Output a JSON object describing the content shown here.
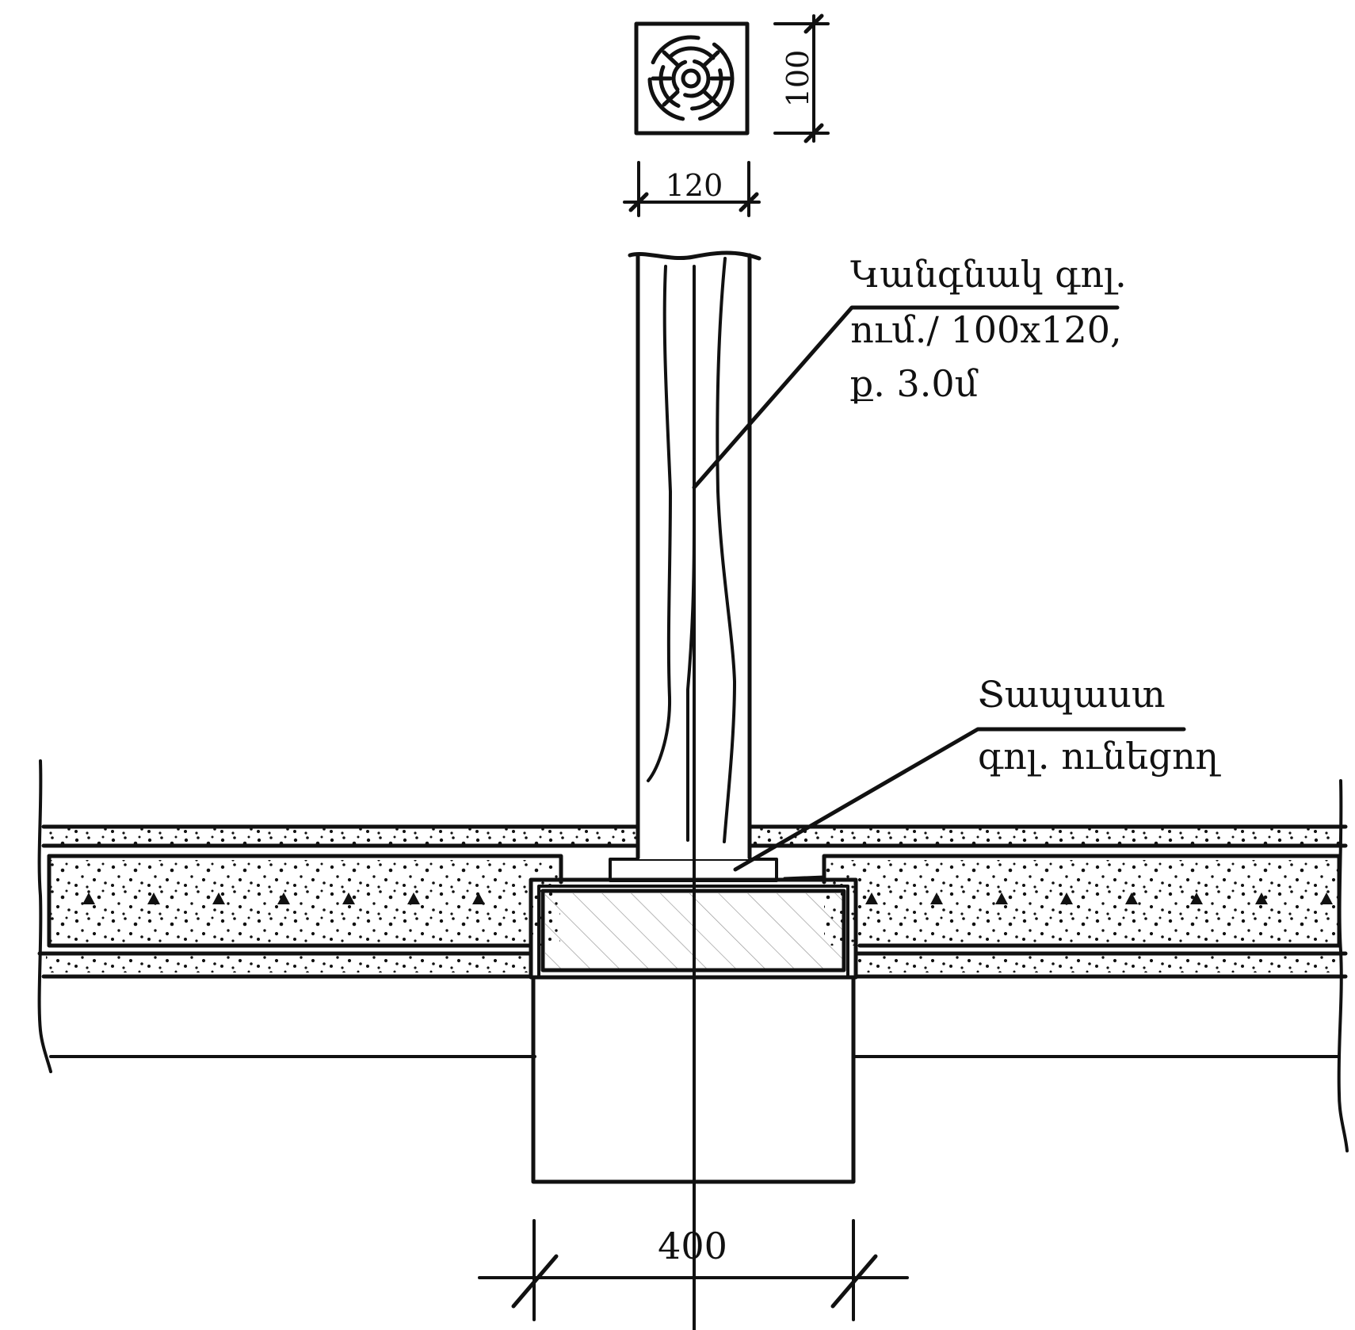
{
  "dimensions": {
    "section_height": "100",
    "section_width": "120",
    "footing_width": "400"
  },
  "annotations": {
    "post": {
      "line1": "Կանգնակ գոլ.",
      "line2": "ում./  100x120,",
      "line3": "ք. 3.0մ"
    },
    "pad": {
      "line1": "Տապաստ",
      "line2": "գոլ. ունեցող"
    }
  },
  "colors": {
    "ink": "#111111",
    "paper": "#ffffff"
  }
}
